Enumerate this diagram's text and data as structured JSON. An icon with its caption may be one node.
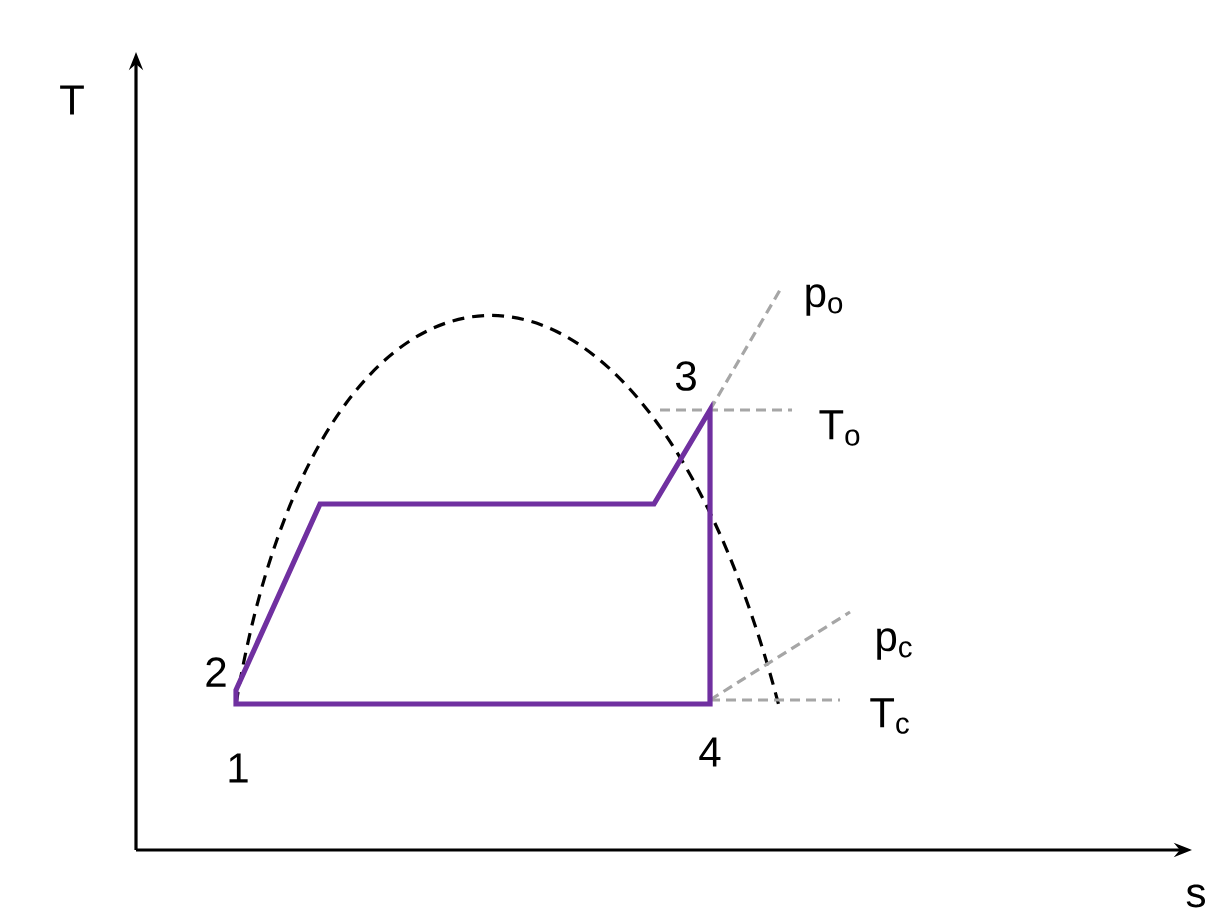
{
  "diagram": {
    "labels": [
      "T",
      "s",
      "p$_{o}$",
      "3",
      "T$_{o}$",
      "2",
      "p$_{c}$",
      "T$_{c}$",
      "1",
      "4"
    ]
  }
}
